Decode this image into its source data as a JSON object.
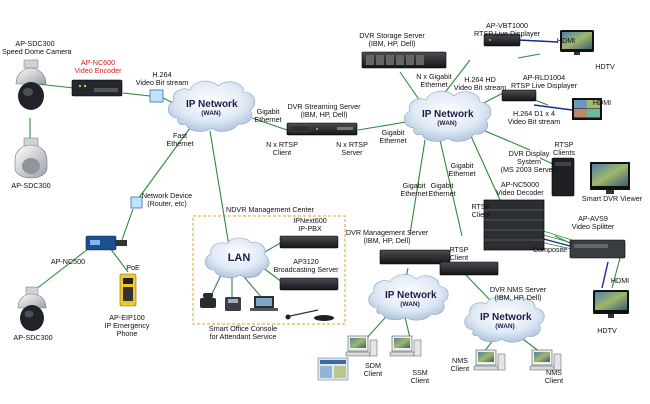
{
  "colors": {
    "link_green": "#2e8b3a",
    "link_blue": "#1a2a8a",
    "zone_orange": "#e0a020",
    "encoder_label": "#d81e1e"
  },
  "labels": {
    "sdc300_top": [
      "AP-SDC300",
      "Speed Dome  Camera"
    ],
    "nc600": [
      "AP-NC600",
      "Video Encoder"
    ],
    "h264_stream": [
      "H.264",
      "Video Bit stream"
    ],
    "sdc300_mid": [
      "AP-SDC300"
    ],
    "fast_eth": [
      "Fast",
      "Ethernet"
    ],
    "gig_eth_1": [
      "Gigabit",
      "Ethernet"
    ],
    "dvr_streaming": [
      "DVR Streaming Server",
      "(IBM, HP, Dell)"
    ],
    "rtsp_client_1": [
      "N x RTSP",
      "Client"
    ],
    "rtsp_server": [
      "N x RTSP",
      "Server"
    ],
    "gig_eth_2": [
      "Gigabit",
      "Ethernet"
    ],
    "dvr_storage": [
      "DVR Storage Server",
      "(IBM, HP, Dell)"
    ],
    "nx_gig": [
      "N x Gigabit",
      "Ethernet"
    ],
    "vbt1000": [
      "AP-VBT1000",
      "RTSP Live Displayer"
    ],
    "hdmi_1": [
      "HDMI"
    ],
    "hdtv_1": [
      "HDTV"
    ],
    "h264_hd": [
      "H.264 HD",
      "Video Bit stream"
    ],
    "rld1004": [
      "AP-RLD1004",
      "RTSP  Live Displayer"
    ],
    "hdmi_2": [
      "HDMI"
    ],
    "h264_d1": [
      "H.264 D1 x 4",
      "Video Bit stream"
    ],
    "rtsp_clients_top": [
      "RTSP",
      "Clients"
    ],
    "dvr_display": [
      "DVR Display",
      "System",
      "(MS 2003 Server)"
    ],
    "smart_dvr": [
      "Smart DVR Viewer"
    ],
    "network_device": [
      "Network Device",
      "(Router, etc)"
    ],
    "ndvr_center": [
      "NDVR Management Center"
    ],
    "ipnext": [
      "IPNext600",
      "IP-PBX"
    ],
    "ap3120": [
      "AP3120",
      "Broadcasting Server"
    ],
    "nc500": [
      "AP-NC500"
    ],
    "poe": [
      "PoE"
    ],
    "gig_eth_3": [
      "Gigabit",
      "Ethernet"
    ],
    "gig_eth_4": [
      "Gigabit",
      "Ethernet"
    ],
    "gig_eth_5": [
      "Gigabit",
      "Ethernet"
    ],
    "nc5000": [
      "AP-NC5000",
      "Video Decoder"
    ],
    "rtsp_client_2": [
      "RTSP",
      "Client"
    ],
    "avs9": [
      "AP-AVS9",
      "Video Splitter"
    ],
    "composite": [
      "Composite"
    ],
    "dvr_mgmt": [
      "DVR Management Server",
      "(IBM, HP, Dell)"
    ],
    "rtsp_client_3": [
      "RTSP",
      "Client"
    ],
    "hdmi_3": [
      "HDMI"
    ],
    "hdtv_2": [
      "HDTV"
    ],
    "sdc300_bottom": [
      "AP-SDC300"
    ],
    "eip100": [
      "AP-EIP100",
      "IP Emergency",
      "Phone"
    ],
    "smart_office": [
      "Smart Office Console",
      "for Attendant Service"
    ],
    "dvr_nms": [
      "DVR NMS  Server",
      "(IBM, HP, Dell)"
    ],
    "sdm_client": [
      "SDM",
      "Client"
    ],
    "ssm_client": [
      "SSM",
      "Client"
    ],
    "nms_client_1": [
      "NMS",
      "Client"
    ],
    "nms_client_2": [
      "NMS",
      "Client"
    ]
  },
  "clouds": {
    "ip_network_1": {
      "title": "IP Network",
      "sub": "(WAN)"
    },
    "ip_network_2": {
      "title": "IP Network",
      "sub": "(WAN)"
    },
    "lan": {
      "title": "LAN"
    },
    "ip_network_3": {
      "title": "IP Network",
      "sub": "(WAN)"
    },
    "ip_network_4": {
      "title": "IP Network",
      "sub": "(WAN)"
    }
  }
}
